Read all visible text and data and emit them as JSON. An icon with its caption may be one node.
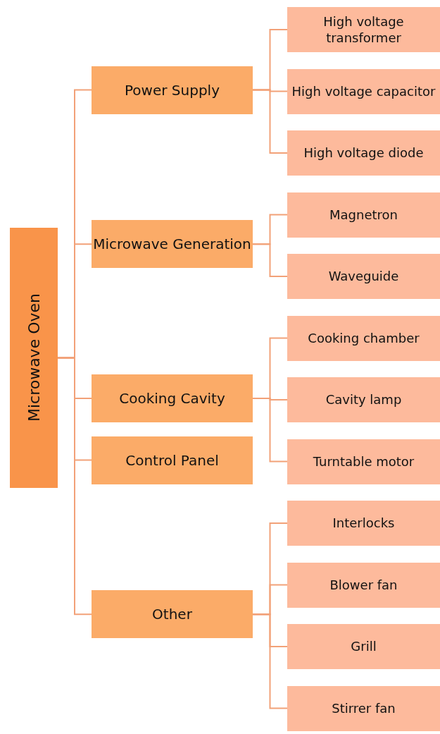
{
  "diagram": {
    "nodes": [
      {
        "text": [
          "Microwave Oven"
        ]
      },
      {
        "text": [
          "Power Supply"
        ]
      },
      {
        "text": [
          "High voltage transformer"
        ]
      },
      {
        "text": [
          "High voltage capacitor"
        ]
      },
      {
        "text": [
          "High voltage diode"
        ]
      },
      {
        "text": [
          "Microwave Generation"
        ]
      },
      {
        "text": [
          "Magnetron"
        ]
      },
      {
        "text": [
          "Waveguide"
        ]
      },
      {
        "text": [
          "Cooking Cavity"
        ]
      },
      {
        "text": [
          "Cooking chamber"
        ]
      },
      {
        "text": [
          "Cavity lamp"
        ]
      },
      {
        "text": [
          "Turntable motor"
        ]
      },
      {
        "text": [
          "Control Panel"
        ]
      },
      {
        "text": [
          "Other"
        ]
      },
      {
        "text": [
          "Interlocks"
        ]
      },
      {
        "text": [
          "Blower fan"
        ]
      },
      {
        "text": [
          "Grill"
        ]
      },
      {
        "text": [
          "Stirrer fan"
        ]
      }
    ],
    "edges": [
      {
        "from": 0,
        "to": 1,
        "arrow": "none"
      },
      {
        "from": 0,
        "to": 5,
        "arrow": "none"
      },
      {
        "from": 0,
        "to": 8,
        "arrow": "none"
      },
      {
        "from": 0,
        "to": 12,
        "arrow": "none"
      },
      {
        "from": 0,
        "to": 13,
        "arrow": "none"
      },
      {
        "from": 1,
        "to": 2,
        "arrow": "none"
      },
      {
        "from": 1,
        "to": 3,
        "arrow": "none"
      },
      {
        "from": 1,
        "to": 4,
        "arrow": "none"
      },
      {
        "from": 5,
        "to": 6,
        "arrow": "none"
      },
      {
        "from": 5,
        "to": 7,
        "arrow": "none"
      },
      {
        "from": 8,
        "to": 9,
        "arrow": "none"
      },
      {
        "from": 8,
        "to": 10,
        "arrow": "none"
      },
      {
        "from": 8,
        "to": 11,
        "arrow": "none"
      },
      {
        "from": 13,
        "to": 14,
        "arrow": "none"
      },
      {
        "from": 13,
        "to": 15,
        "arrow": "none"
      },
      {
        "from": 13,
        "to": 16,
        "arrow": "none"
      },
      {
        "from": 13,
        "to": 17,
        "arrow": "none"
      }
    ]
  }
}
